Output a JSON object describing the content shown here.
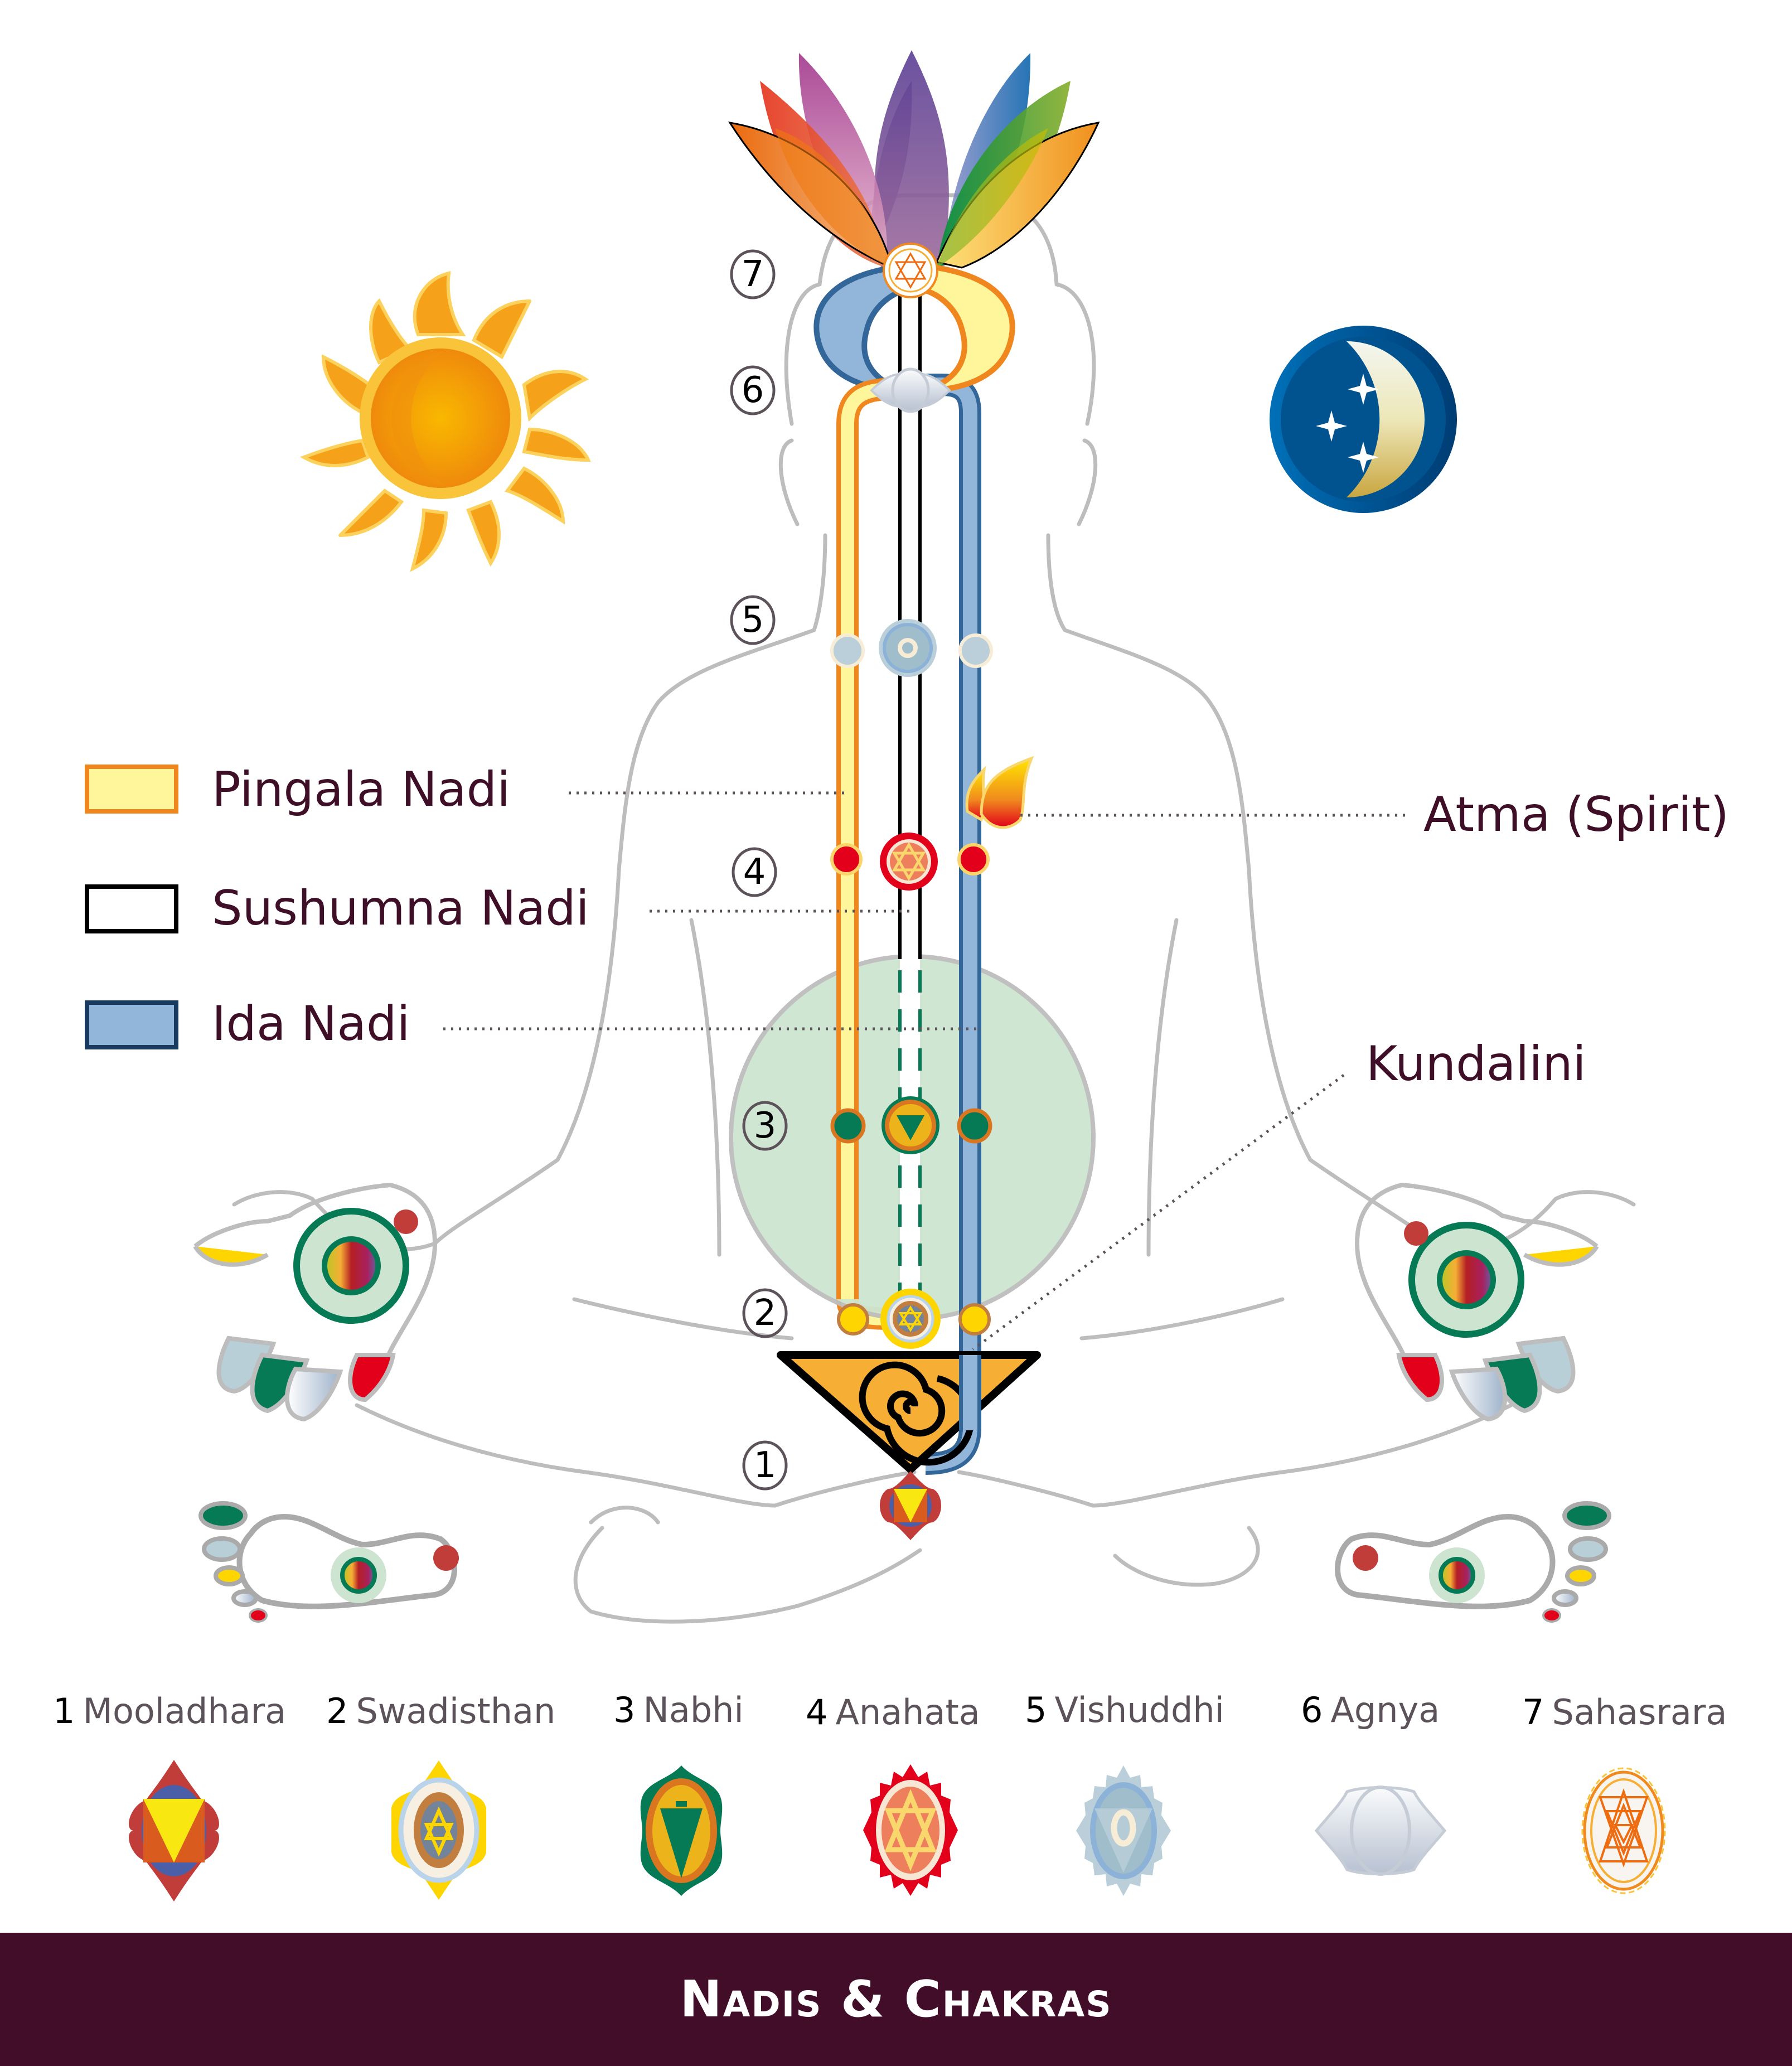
{
  "title": "Nadis & Chakras",
  "legend": [
    {
      "label": "Pingala Nadi",
      "fill": "#fff59b",
      "stroke": "#f0871e"
    },
    {
      "label": "Sushumna Nadi",
      "fill": "#ffffff",
      "stroke": "#000000"
    },
    {
      "label": "Ida Nadi",
      "fill": "#92b5da",
      "stroke": "#173a5e"
    }
  ],
  "callouts": {
    "atma": "Atma (Spirit)",
    "kundalini": "Kundalini"
  },
  "chakra_markers": [
    "①",
    "②",
    "③",
    "④",
    "⑤",
    "⑥",
    "⑦"
  ],
  "chakras": [
    {
      "num": "1",
      "name": "Mooladhara"
    },
    {
      "num": "2",
      "name": "Swadisthan"
    },
    {
      "num": "3",
      "name": "Nabhi"
    },
    {
      "num": "4",
      "name": "Anahata"
    },
    {
      "num": "5",
      "name": "Vishuddhi"
    },
    {
      "num": "6",
      "name": "Agnya"
    },
    {
      "num": "7",
      "name": "Sahasrara"
    }
  ],
  "symbols": {
    "sun": "sun-icon",
    "moon": "moon-stars-icon",
    "flame": "flame-icon",
    "lotus": "lotus-icon"
  },
  "colors": {
    "footer_bg": "#420d28",
    "label_text": "#3f0f28",
    "pingala": "#f0871e",
    "ida": "#336699",
    "nabhi_green": "#cde5d0",
    "kundalini_triangle": "#f6ae35"
  }
}
